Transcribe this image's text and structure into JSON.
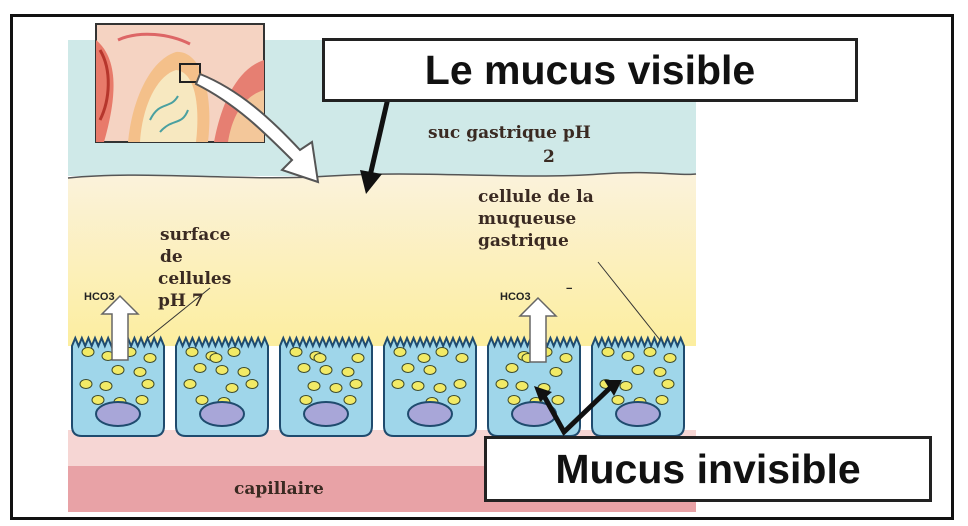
{
  "callouts": {
    "visible_mucus": "Le mucus visible",
    "invisible_mucus": "Mucus invisible"
  },
  "labels": {
    "gastric_juice_line1": "suc gastrique pH",
    "gastric_juice_line2": "2",
    "mucosa_cell_line1": "cellule de la",
    "mucosa_cell_line2": "muqueuse",
    "mucosa_cell_line3": "gastrique",
    "cell_surface_line1": "surface",
    "cell_surface_line2": "de",
    "cell_surface_line3": "cellules",
    "cell_surface_line4": "pH 7",
    "bicarbonate_left": "HCO3",
    "bicarbonate_right": "HCO3",
    "bicarbonate_right_charge": "−",
    "capillary": "capillaire"
  },
  "colors": {
    "gastric_juice": "#cfe9e8",
    "mucus_layer": "#fbf0d2",
    "mucus_lower": "#fcefb6",
    "cell_fill": "#9fd6ea",
    "cell_stroke": "#1f4b6e",
    "granule": "#f2ea66",
    "nucleus": "#a8a6d8",
    "capillary_band": "#e8a2a6",
    "capillary_pale": "#f6d6d4"
  }
}
